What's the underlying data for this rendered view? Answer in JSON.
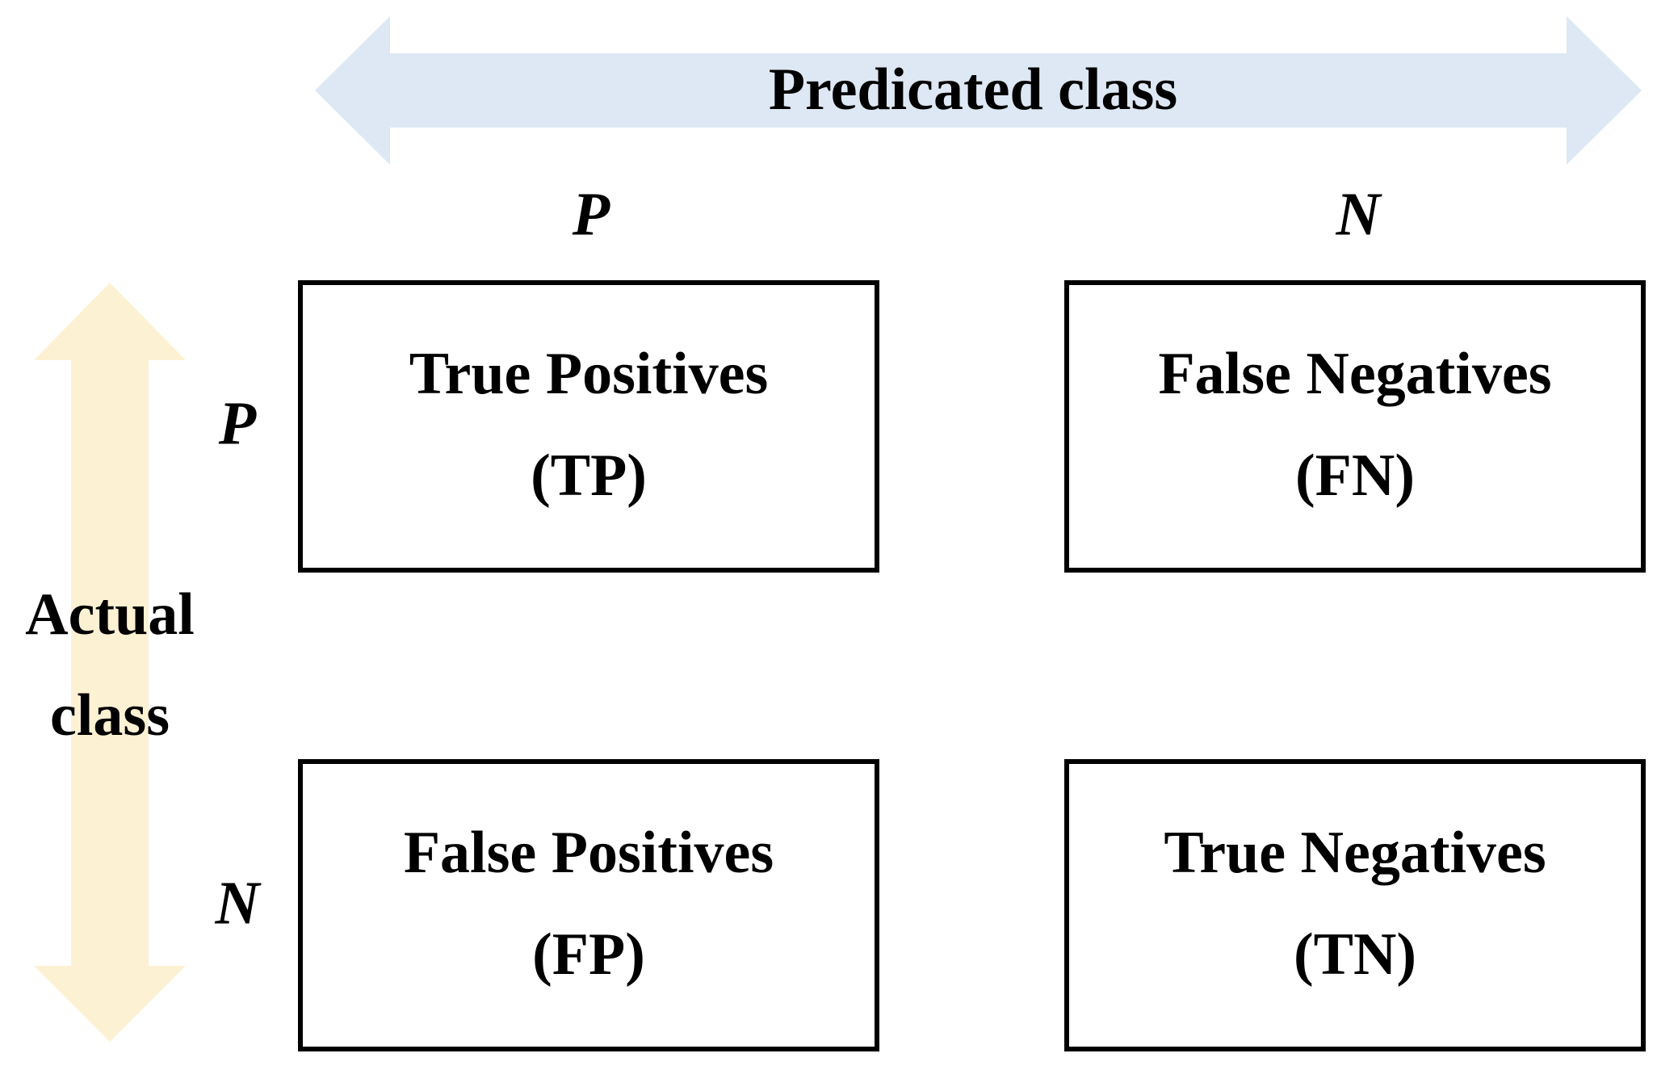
{
  "predicted_axis": {
    "label": "Predicated class",
    "color": "#dde8f4",
    "columns": [
      "P",
      "N"
    ]
  },
  "actual_axis": {
    "label_line1": "Actual",
    "label_line2": "class",
    "color": "#fdf1d3",
    "rows": [
      "P",
      "N"
    ]
  },
  "cells": {
    "tp": {
      "line1": "True Positives",
      "line2": "(TP)"
    },
    "fn": {
      "line1": "False Negatives",
      "line2": "(FN)"
    },
    "fp": {
      "line1": "False Positives",
      "line2": "(FP)"
    },
    "tn": {
      "line1": "True Negatives",
      "line2": "(TN)"
    }
  }
}
